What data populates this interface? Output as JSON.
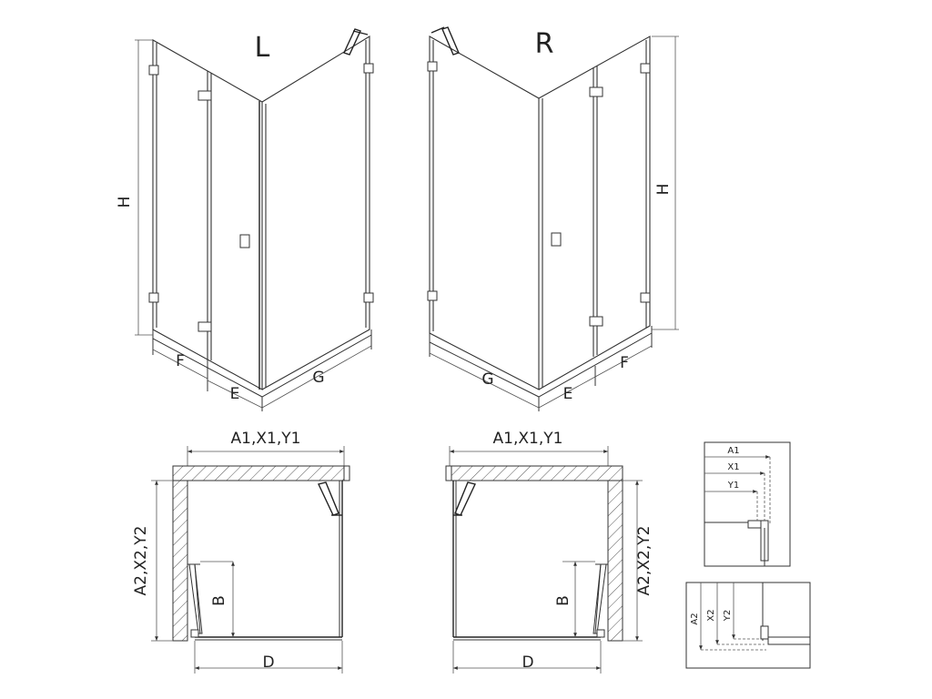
{
  "left_view": {
    "title": "L",
    "dim_h": "H",
    "dim_f": "F",
    "dim_e": "E",
    "dim_g": "G"
  },
  "right_view": {
    "title": "R",
    "dim_h": "H",
    "dim_f": "F",
    "dim_e": "E",
    "dim_g": "G"
  },
  "left_plan": {
    "dim_top": "A1,X1,Y1",
    "dim_side": "A2,X2,Y2",
    "dim_b": "B",
    "dim_d": "D"
  },
  "right_plan": {
    "dim_top": "A1,X1,Y1",
    "dim_side": "A2,X2,Y2",
    "dim_b": "B",
    "dim_d": "D"
  },
  "detail_top": {
    "labels": [
      "A1",
      "X1",
      "Y1"
    ]
  },
  "detail_bottom": {
    "labels": [
      "A2",
      "X2",
      "Y2"
    ]
  }
}
